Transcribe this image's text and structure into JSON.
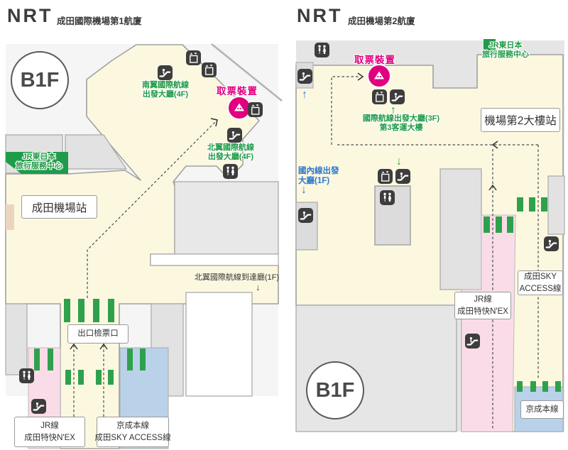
{
  "page": {
    "background": "#ffffff"
  },
  "colors": {
    "floor_cream": "#fcf8e0",
    "building_gray": "#e5e5e5",
    "backdrop_gray": "#f5f5f5",
    "jr_green": "#1f9c4a",
    "gate_green": "#2fa14c",
    "pink_platform": "#fadce8",
    "blue_platform": "#b9d2ea",
    "magenta": "#e0007f",
    "blue_text": "#2e79cc",
    "icon_dark": "#3d3d3d",
    "tan_block": "#ecd5bf"
  },
  "left_map": {
    "code": "NRT",
    "title": "成田國際機場第1航廈",
    "floor_badge": "B1F",
    "labels": {
      "south_wing_l1": "南翼國際航線",
      "south_wing_l2": "出發大廳(4F)",
      "ticket_machine": "取票裝置",
      "north_wing_dep_l1": "北翼國際航線",
      "north_wing_dep_l2": "出發大廳(4F)",
      "jr_travel_center_l1": "JR東日本",
      "jr_travel_center_l2": "旅行服務中心",
      "station_name": "成田機場站",
      "north_wing_arrival": "北翼國際航線到達廳(1F)",
      "exit_gate": "出口檢票口",
      "jr_line_l1": "JR線",
      "jr_line_l2": "成田特快N'EX",
      "keisei_l1": "京成本線",
      "keisei_l2": "成田SKY ACCESS線"
    }
  },
  "right_map": {
    "code": "NRT",
    "title": "成田機場第2航廈",
    "floor_badge": "B1F",
    "labels": {
      "ticket_machine": "取票裝置",
      "intl_dep_l1": "國際航線出發大廳(3F)",
      "intl_dep_l2": "第3客運大樓",
      "jr_travel_center_l1": "JR東日本",
      "jr_travel_center_l2": "旅行服務中心",
      "station_name": "機場第2大樓站",
      "domestic_l1": "國內線出發",
      "domestic_l2": "大廳(1F)",
      "sky_access_l1": "成田SKY",
      "sky_access_l2": "ACCESS線",
      "jr_line_l1": "JR線",
      "jr_line_l2": "成田特快N'EX",
      "keisei": "京成本線"
    }
  },
  "arrows": {
    "up": "↑",
    "down": "↓"
  },
  "icons": [
    "escalator-icon",
    "elevator-icon",
    "restroom-icon",
    "ticket-machine-icon"
  ]
}
